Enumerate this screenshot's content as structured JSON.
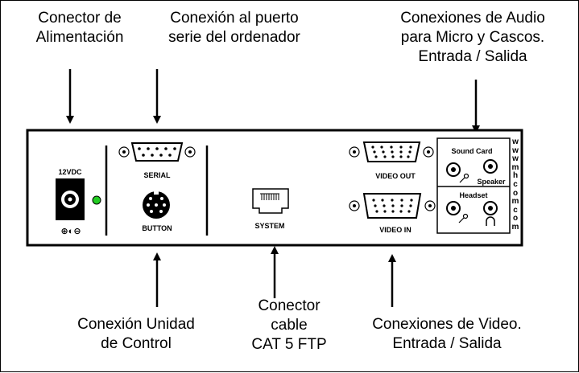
{
  "captions": {
    "power": "Conector de\nAlimentación",
    "serial": "Conexión al puerto\nserie del ordenador",
    "audio": "Conexiones de Audio\npara Micro y Cascos.\nEntrada / Salida",
    "control": "Conexión Unidad\nde Control",
    "cat5": "Conector\ncable\nCAT 5 FTP",
    "video": "Conexiones de Video.\nEntrada / Salida"
  },
  "panel_labels": {
    "dc": "12VDC",
    "serial": "SERIAL",
    "button": "BUTTON",
    "system": "SYSTEM",
    "video_out": "VIDEO OUT",
    "video_in": "VIDEO IN",
    "sound_card": "Sound Card",
    "speaker": "Speaker",
    "headset": "Headset",
    "polarity": "⊕◐⊖"
  },
  "watermark_letters": [
    "w",
    "w",
    "w",
    "m",
    "h",
    "c",
    "o",
    "m",
    "c",
    "o",
    "m"
  ],
  "colors": {
    "power_led": "#22cc22",
    "line": "#000000",
    "background": "#ffffff"
  }
}
